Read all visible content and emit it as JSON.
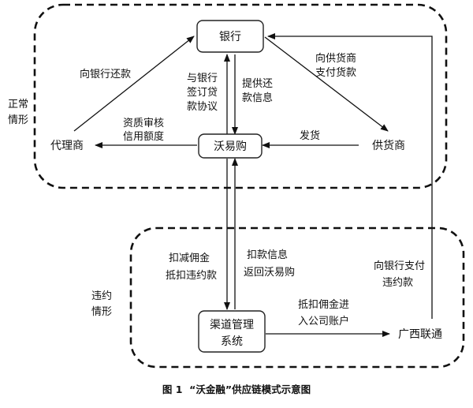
{
  "regions": {
    "normal": [
      "正常",
      "情形"
    ],
    "breach": [
      "违约",
      "情形"
    ]
  },
  "nodes": {
    "bank": "银行",
    "woyigou": "沃易购",
    "agent": "代理商",
    "supplier": "供货商",
    "channel": [
      "渠道管理",
      "系统"
    ],
    "unicom": "广西联通"
  },
  "edge_labels": {
    "agent_to_bank": "向银行还款",
    "bank_supplier": [
      "向供货商",
      "支付货款"
    ],
    "sign_loan": [
      "与银行",
      "签订贷",
      "款协议"
    ],
    "credit_info": [
      "提供还",
      "款信息"
    ],
    "review": [
      "资质审核",
      "信用额度"
    ],
    "ship": "发货",
    "deduct": [
      "扣减佣金",
      "抵扣违约款"
    ],
    "deduct_info": [
      "扣款信息",
      "返回沃易购"
    ],
    "unicom_pay": [
      "向银行支付",
      "违约款"
    ],
    "commission": [
      "抵扣佣金进",
      "入公司账户"
    ]
  },
  "caption": "图 1  “沃金融”供应链模式示意图"
}
